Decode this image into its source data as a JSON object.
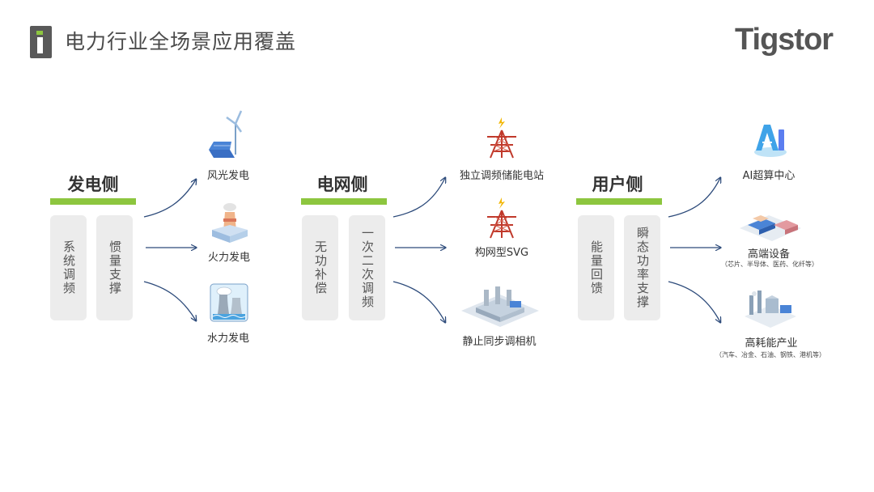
{
  "header": {
    "title": "电力行业全场景应用覆盖",
    "brand": "Tigstor"
  },
  "sections": [
    {
      "title": "发电侧",
      "cards": [
        "系统调频",
        "惯量支撑"
      ],
      "targets": [
        {
          "label": "风光发电",
          "icon": "wind-solar-icon"
        },
        {
          "label": "火力发电",
          "icon": "thermal-plant-icon"
        },
        {
          "label": "水力发电",
          "icon": "hydro-plant-icon"
        }
      ]
    },
    {
      "title": "电网侧",
      "cards": [
        "无功补偿",
        "一次二次调频"
      ],
      "targets": [
        {
          "label": "独立调频储能电站",
          "icon": "transmission-tower-icon"
        },
        {
          "label": "构网型SVG",
          "icon": "transmission-tower-icon"
        },
        {
          "label": "静止同步调相机",
          "icon": "substation-building-icon"
        }
      ]
    },
    {
      "title": "用户侧",
      "cards": [
        "能量回馈",
        "瞬态功率支撑"
      ],
      "targets": [
        {
          "label": "AI超算中心",
          "icon": "ai-logo-icon"
        },
        {
          "label": "高端设备",
          "sub": "（芯片、半导体、医药、化纤等）",
          "icon": "factory-equipment-icon"
        },
        {
          "label": "高耗能产业",
          "sub": "（汽车、冶金、石油、钢铁、港机等）",
          "icon": "heavy-industry-icon"
        }
      ]
    }
  ],
  "colors": {
    "accent_green": "#8dc63f",
    "arrow_navy": "#2c4a7a",
    "card_bg": "#ececec",
    "logo_gray": "#595959"
  }
}
